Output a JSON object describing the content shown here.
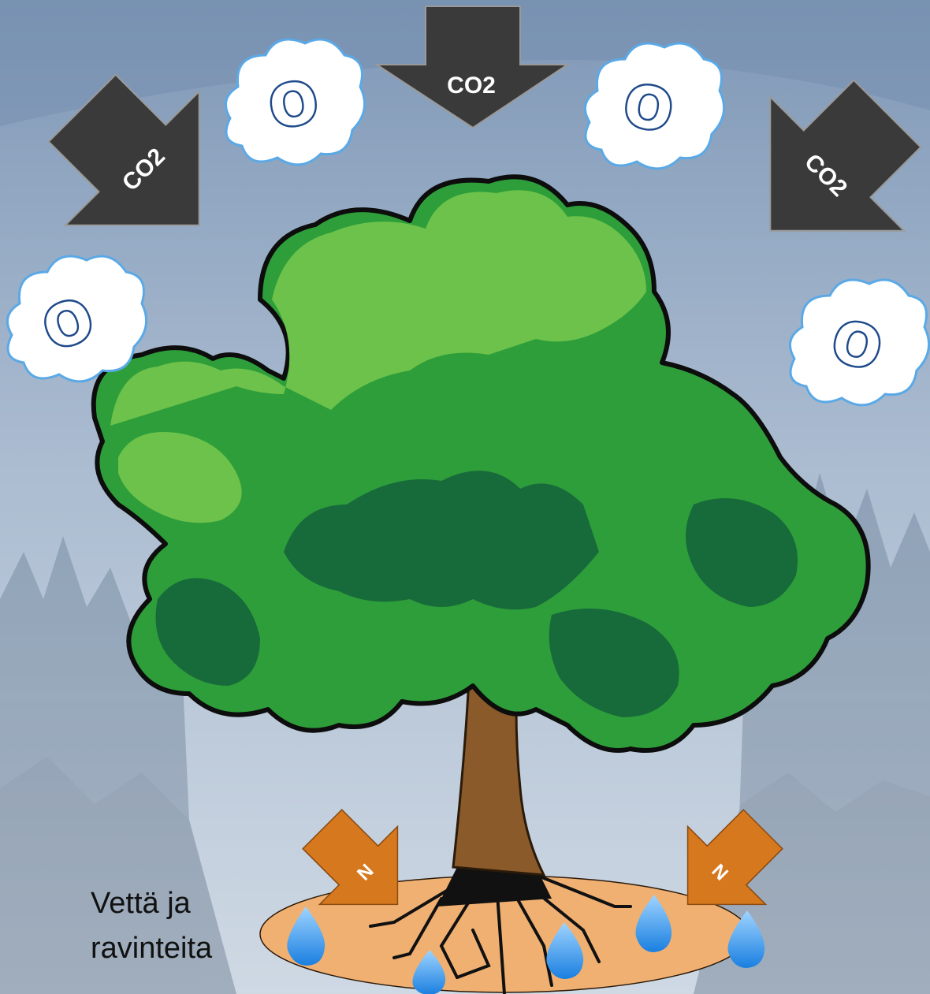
{
  "diagram": {
    "co2_label": "CO2",
    "oxygen_label": "O",
    "nitrogen_label": "N",
    "soil_label_line1": "Vettä ja",
    "soil_label_line2": "ravinteita"
  },
  "colors": {
    "sky_top": "#8aa2bf",
    "sky_bottom": "#d7e0ea",
    "co2_arrow": "#3a3a3a",
    "n_arrow": "#d6781e",
    "soil": "#f0b072",
    "foliage_light": "#6cc24a",
    "foliage_mid": "#2e9e3a",
    "foliage_dark": "#176b3a",
    "trunk": "#8a5a2b",
    "water": "#2d8fe6",
    "oxygen_ring": "#1f4a8a"
  }
}
